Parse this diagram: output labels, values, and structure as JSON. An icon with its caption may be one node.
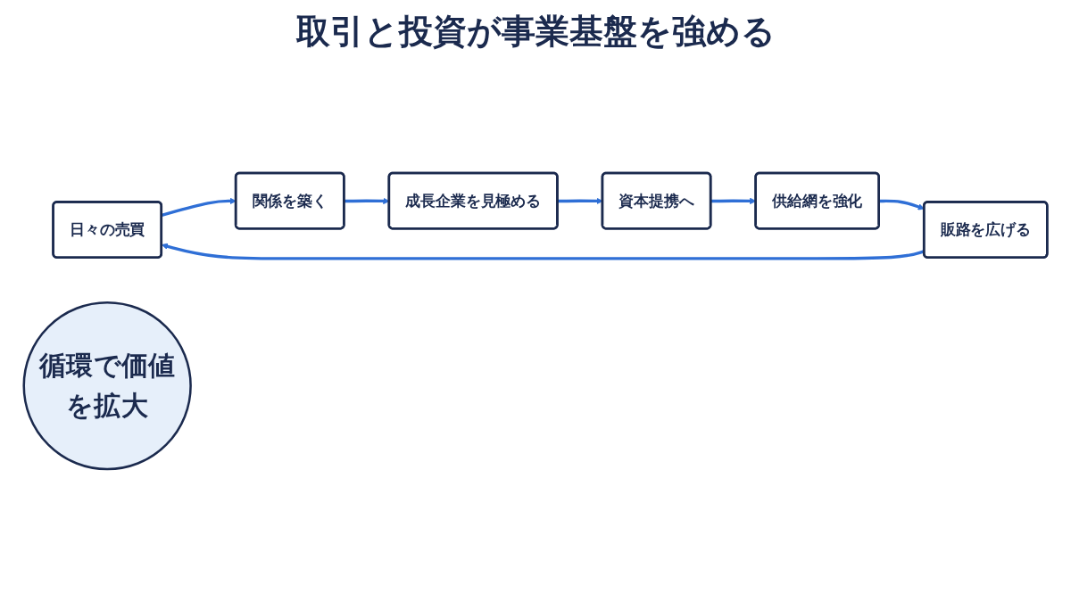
{
  "diagram": {
    "title": "取引と投資が事業基盤を強める",
    "nodes": [
      {
        "text": [
          "日々の売買"
        ]
      },
      {
        "text": [
          "関係を築く"
        ]
      },
      {
        "text": [
          "成長企業を見極める"
        ]
      },
      {
        "text": [
          "資本提携へ"
        ]
      },
      {
        "text": [
          "供給網を強化"
        ]
      },
      {
        "text": [
          "販路を広げる"
        ]
      },
      {
        "text": [
          "循環で価値を拡大"
        ]
      }
    ],
    "edges": [
      {
        "from": 0,
        "to": 1,
        "arrow": "to"
      },
      {
        "from": 1,
        "to": 2,
        "arrow": "to"
      },
      {
        "from": 2,
        "to": 3,
        "arrow": "to"
      },
      {
        "from": 3,
        "to": 4,
        "arrow": "to"
      },
      {
        "from": 4,
        "to": 5,
        "arrow": "to"
      },
      {
        "from": 5,
        "to": 0,
        "arrow": "to"
      }
    ]
  }
}
